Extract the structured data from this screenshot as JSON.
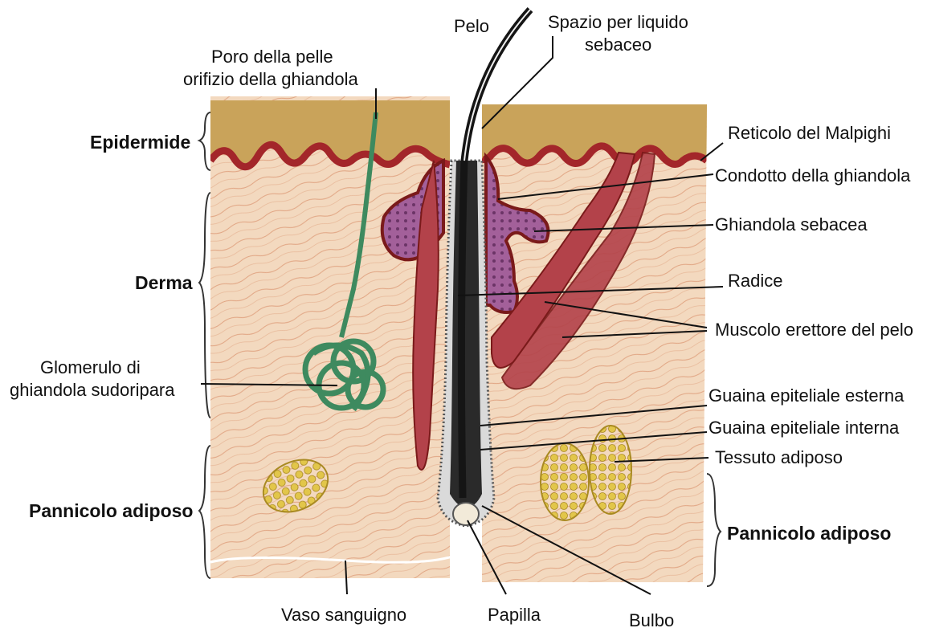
{
  "diagram": {
    "regions": {
      "epidermis": "Epidermide",
      "dermis": "Derma",
      "fat_left": "Pannicolo adiposo",
      "fat_right": "Pannicolo adiposo"
    },
    "labels": {
      "hair": "Pelo",
      "sebum_space_1": "Spazio per liquido",
      "sebum_space_2": "sebaceo",
      "pore_1": "Poro della pelle",
      "pore_2": "orifizio della ghiandola",
      "malpighi": "Reticolo del Malpighi",
      "gland_duct": "Condotto della ghiandola",
      "sebaceous_gland": "Ghiandola sebacea",
      "root": "Radice",
      "arrector_muscle": "Muscolo erettore del pelo",
      "sweat_gland_1": "Glomerulo di",
      "sweat_gland_2": "ghiandola sudoripara",
      "outer_sheath": "Guaina epiteliale esterna",
      "inner_sheath": "Guaina epiteliale interna",
      "adipose_tissue": "Tessuto adiposo",
      "blood_vessel": "Vaso sanguigno",
      "papilla": "Papilla",
      "bulb": "Bulbo"
    },
    "colors": {
      "epidermis": "#c9a35a",
      "dermis": "#f3d9bf",
      "dermis_lines": "#d98f6a",
      "malpighi": "#a3262a",
      "sebaceous": "#a3609a",
      "hair": "#151515",
      "sweat_gland": "#3e8a5f",
      "muscle": "#b3424a",
      "fat": "#d6b63c"
    }
  }
}
